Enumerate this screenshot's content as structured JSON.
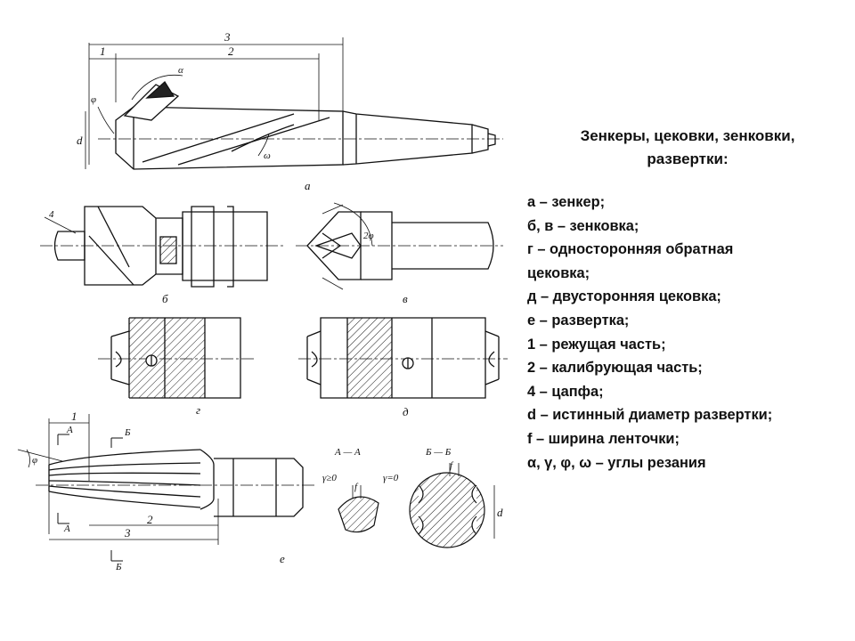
{
  "legend": {
    "title_line1": "Зенкеры, цековки, зенковки,",
    "title_line2": "развертки:",
    "items": [
      "а – зенкер;",
      "б, в – зенковка;",
      "г – односторонняя обратная",
      "цековка;",
      "д – двусторонняя цековка;",
      "е – развертка;",
      "1 – режущая часть;",
      "2 – калибрующая часть;",
      "4 – цапфа;",
      "d – истинный диаметр развертки;",
      "f – ширина ленточки;",
      "α, γ, φ, ω – углы резания"
    ]
  },
  "figures": {
    "a": {
      "caption": "а",
      "dim_1": "1",
      "dim_2": "2",
      "dim_3": "3",
      "angle_alpha": "α",
      "angle_phi": "φ",
      "angle_omega": "ω",
      "diameter": "d"
    },
    "b": {
      "caption": "б",
      "trunnion": "4"
    },
    "v": {
      "caption": "в",
      "angle": "2φ"
    },
    "g": {
      "caption": "г"
    },
    "d": {
      "caption": "д"
    },
    "e": {
      "caption": "е",
      "dim_1": "1",
      "dim_2": "2",
      "dim_3": "3",
      "section_A": "А",
      "section_B": "Б",
      "angle_phi": "φ",
      "section_AA": "А — А",
      "section_BB": "Б — Б",
      "gamma_pos": "γ≥0",
      "gamma_zero": "γ=0",
      "land_width": "f",
      "diameter": "d"
    }
  }
}
